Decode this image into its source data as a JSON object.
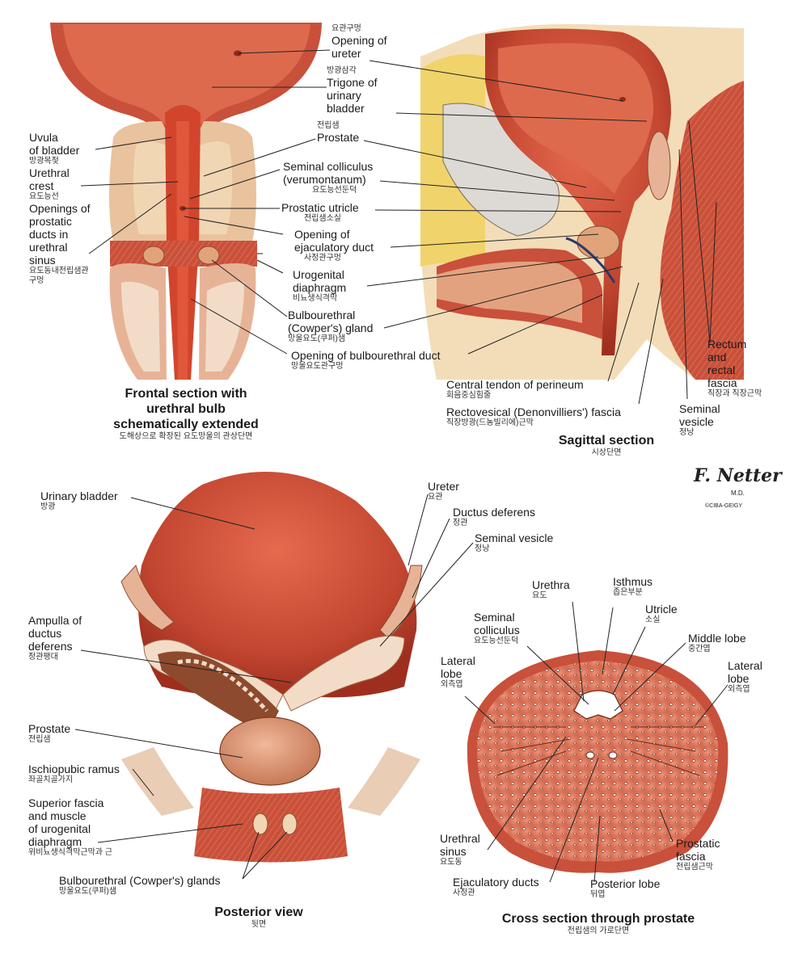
{
  "frontal": {
    "labels": {
      "opening_of_ureter": {
        "kr": "요관구멍",
        "en": "Opening of\nureter"
      },
      "trigone": {
        "kr": "방광삼각",
        "en": "Trigone of\nurinary\nbladder"
      },
      "prostate": {
        "kr": "전립샘",
        "en": "Prostate"
      },
      "seminal_colliculus": {
        "en": "Seminal colliculus\n(verumontanum)",
        "kr": "요도능선둔덕"
      },
      "prostatic_utricle": {
        "en": "Prostatic utricle",
        "kr": "전립샘소실"
      },
      "opening_ejaculatory": {
        "en": "Opening of\nejaculatory duct",
        "kr": "사정관구멍"
      },
      "urogenital_diaphragm": {
        "en": "Urogenital\ndiaphragm",
        "kr": "비뇨생식격막"
      },
      "bulbourethral_gland": {
        "en": "Bulbourethral\n(Cowper's) gland",
        "kr": "망울요도(쿠퍼)샘"
      },
      "opening_bulbourethral": {
        "en": "Opening of bulbourethral duct",
        "kr": "망울요도관구멍"
      },
      "uvula": {
        "en": "Uvula\nof bladder",
        "kr": "방광목젖"
      },
      "urethral_crest": {
        "en": "Urethral\ncrest",
        "kr": "요도능선"
      },
      "openings_prostatic": {
        "en": "Openings of\nprostatic\nducts in\nurethral\nsinus",
        "kr": "요도동내전립샘관\n구멍"
      }
    },
    "title": {
      "en": "Frontal section with\nurethral bulb\nschematically extended",
      "kr": "도해상으로 확장된 요도망울의 관상단면"
    }
  },
  "sagittal": {
    "labels": {
      "rectum": {
        "en": "Rectum\nand\nrectal\nfascia",
        "kr": "직장과 직장근막"
      },
      "central_tendon": {
        "en": "Central tendon of perineum",
        "kr": "회음중심힘줄"
      },
      "rectovesical": {
        "en": "Rectovesical (Denonvilliers') fascia",
        "kr": "직장방광(드농빌리에)근막"
      },
      "seminal_vesicle": {
        "en": "Seminal\nvesicle",
        "kr": "정낭"
      }
    },
    "title": {
      "en": "Sagittal section",
      "kr": "시상단면"
    }
  },
  "signature": {
    "name": "F. Netter",
    "md": "M.D.",
    "copyright": "©CIBA-GEIGY"
  },
  "posterior": {
    "labels": {
      "urinary_bladder": {
        "en": "Urinary bladder",
        "kr": "방광"
      },
      "ureter": {
        "en": "Ureter",
        "kr": "요관"
      },
      "ductus_deferens": {
        "en": "Ductus deferens",
        "kr": "정관"
      },
      "seminal_vesicle": {
        "en": "Seminal vesicle",
        "kr": "정낭"
      },
      "ampulla": {
        "en": "Ampulla of\nductus\ndeferens",
        "kr": "정관팽대"
      },
      "prostate": {
        "en": "Prostate",
        "kr": "전립샘"
      },
      "ischiopubic": {
        "en": "Ischiopubic ramus",
        "kr": "좌골치골가지"
      },
      "superior_fascia": {
        "en": "Superior fascia\nand muscle\nof urogenital\ndiaphragm",
        "kr": "위비뇨생식격막근막과 근"
      },
      "bulbourethral_glands": {
        "en": "Bulbourethral (Cowper's) glands",
        "kr": "망울요도(쿠퍼)샘"
      }
    },
    "title": {
      "en": "Posterior view",
      "kr": "뒷면"
    }
  },
  "cross": {
    "labels": {
      "urethra": {
        "en": "Urethra",
        "kr": "요도"
      },
      "isthmus": {
        "en": "Isthmus",
        "kr": "좁은부분"
      },
      "utricle": {
        "en": "Utricle",
        "kr": "소실"
      },
      "seminal_colliculus": {
        "en": "Seminal\ncolliculus",
        "kr": "요도능선둔덕"
      },
      "middle_lobe": {
        "en": "Middle lobe",
        "kr": "중간엽"
      },
      "lateral_lobe_left": {
        "en": "Lateral\nlobe",
        "kr": "외측엽"
      },
      "lateral_lobe_right": {
        "en": "Lateral\nlobe",
        "kr": "외측엽"
      },
      "urethral_sinus": {
        "en": "Urethral\nsinus",
        "kr": "요도동"
      },
      "ejaculatory_ducts": {
        "en": "Ejaculatory ducts",
        "kr": "사정관"
      },
      "posterior_lobe": {
        "en": "Posterior lobe",
        "kr": "뒤엽"
      },
      "prostatic_fascia": {
        "en": "Prostatic\nfascia",
        "kr": "전립샘근막"
      }
    },
    "title": {
      "en": "Cross section through prostate",
      "kr": "전립샘의 가로단면"
    }
  },
  "colors": {
    "muscle": "#c9503a",
    "mucosa": "#d8452f",
    "fascia": "#e8c9a8",
    "gland": "#e0a37a",
    "fat": "#f1d98a",
    "line": "#222222"
  }
}
